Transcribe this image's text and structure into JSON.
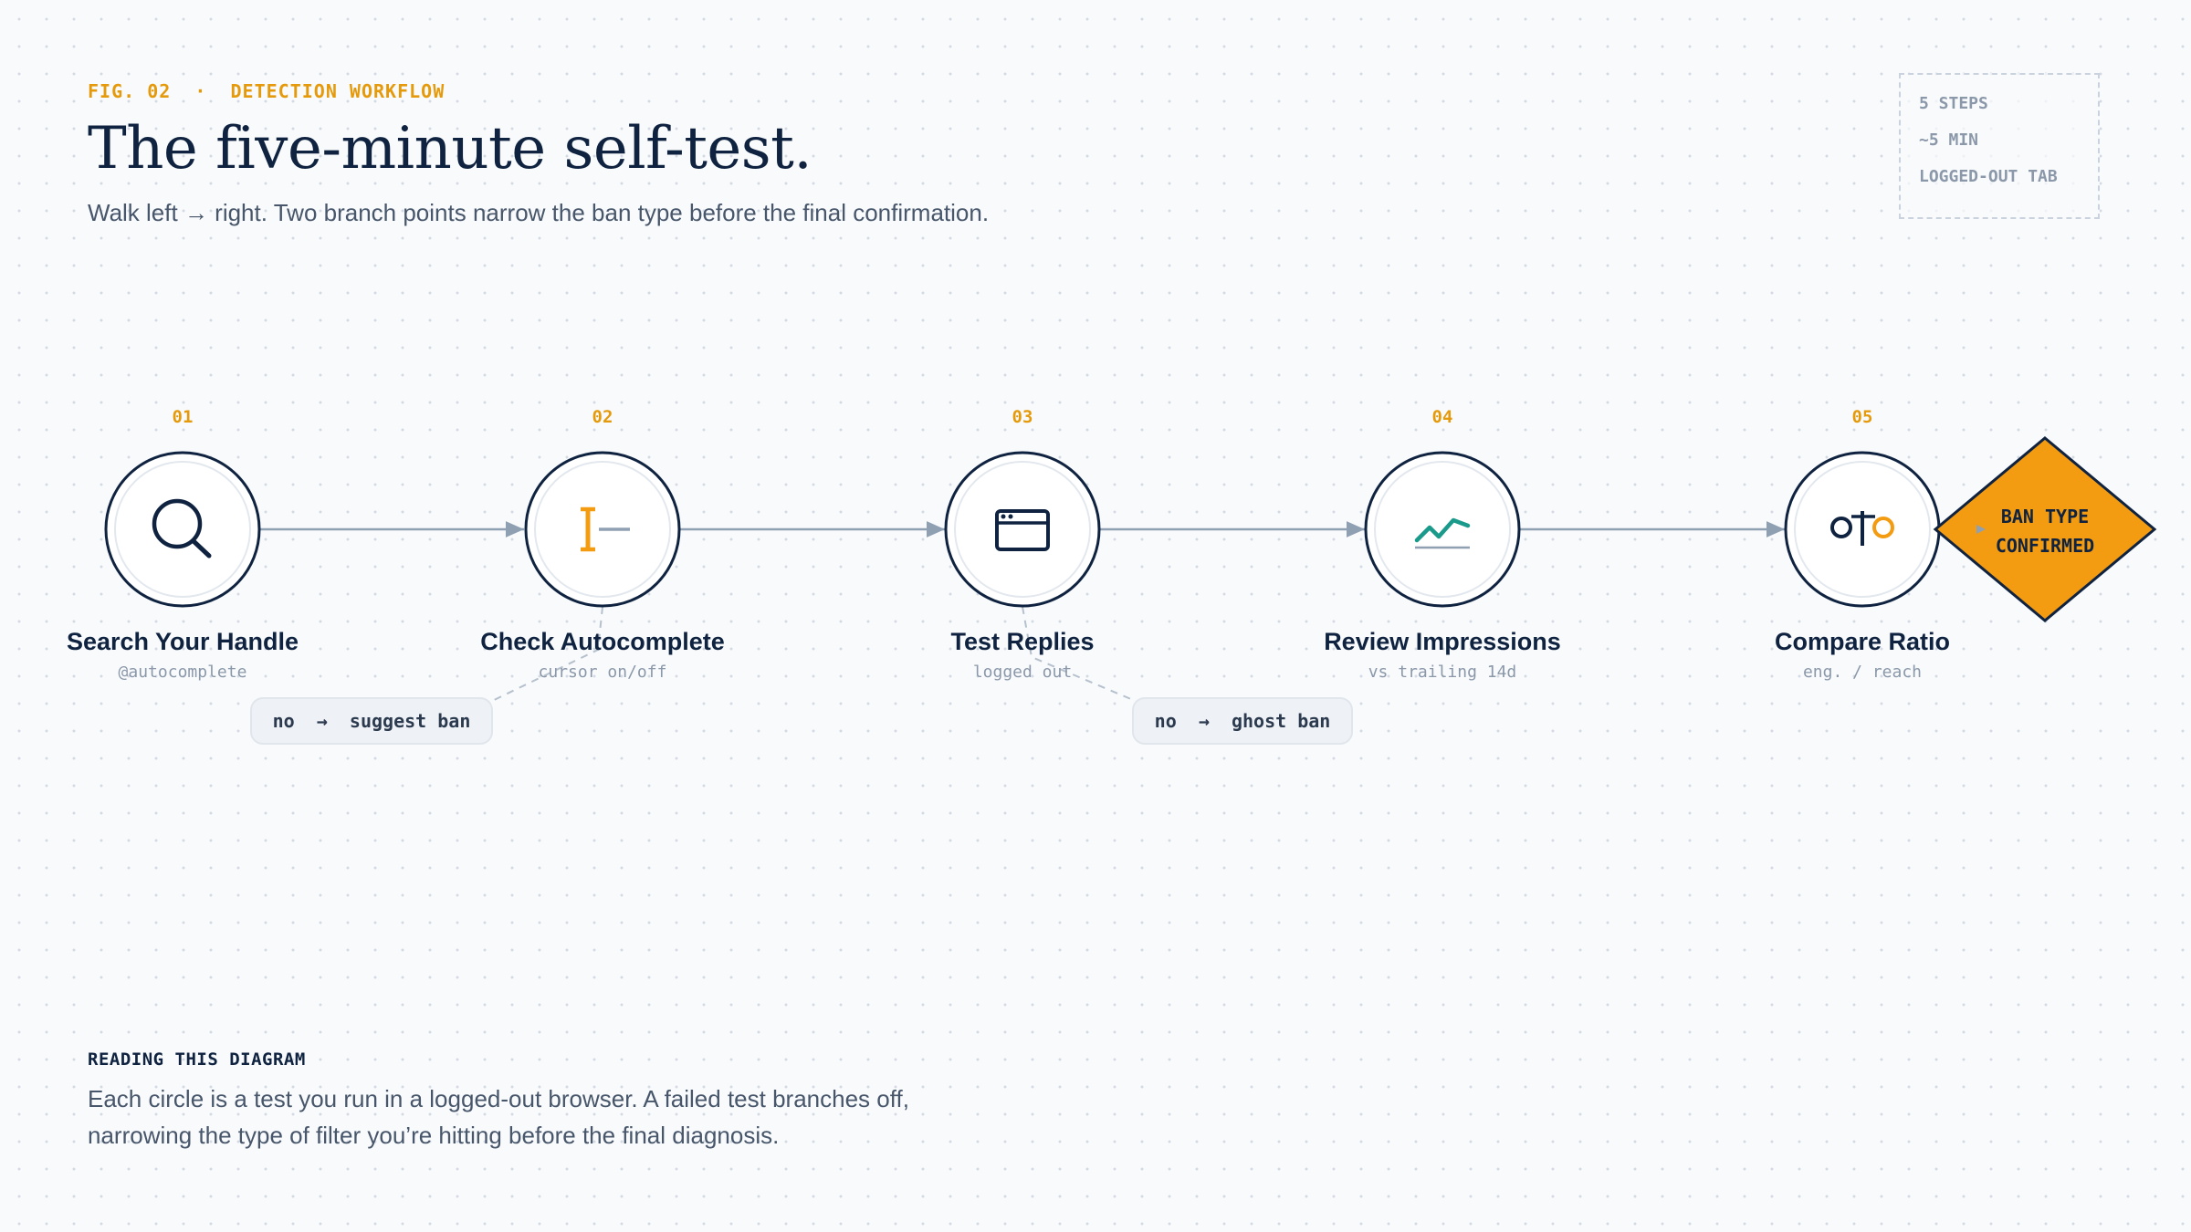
{
  "header": {
    "fig_label": "FIG. 02  ·  DETECTION WORKFLOW",
    "title": "The five-minute self-test.",
    "subtitle": "Walk left → right. Two branch points narrow the ban type before the final confirmation."
  },
  "meta": {
    "lines": [
      "5 STEPS",
      "~5 MIN",
      "LOGGED-OUT TAB"
    ]
  },
  "steps": [
    {
      "number": "01",
      "title": "Search Your Handle",
      "sub": "@autocomplete",
      "icon": "search-icon"
    },
    {
      "number": "02",
      "title": "Check Autocomplete",
      "sub": "cursor on/off",
      "icon": "text-cursor-icon"
    },
    {
      "number": "03",
      "title": "Test Replies",
      "sub": "logged out",
      "icon": "browser-window-icon"
    },
    {
      "number": "04",
      "title": "Review Impressions",
      "sub": "vs trailing 14d",
      "icon": "trend-line-icon"
    },
    {
      "number": "05",
      "title": "Compare Ratio",
      "sub": "eng. / reach",
      "icon": "ratio-icon"
    }
  ],
  "branches": [
    {
      "label": "no  →  suggest ban",
      "from_step": "02"
    },
    {
      "label": "no  →  ghost ban",
      "from_step": "03"
    }
  ],
  "final": {
    "line1": "BAN TYPE",
    "line2": "CONFIRMED"
  },
  "footer": {
    "heading": "READING THIS DIAGRAM",
    "body": "Each circle is a test you run in a logged-out browser. A failed test branches off, narrowing the type of filter you’re hitting before the final diagnosis."
  },
  "colors": {
    "accent": "#F39C12",
    "ink": "#0F2340",
    "muted": "#8B98A9",
    "connector": "#8FA0B3",
    "teal": "#1A9A8A"
  }
}
